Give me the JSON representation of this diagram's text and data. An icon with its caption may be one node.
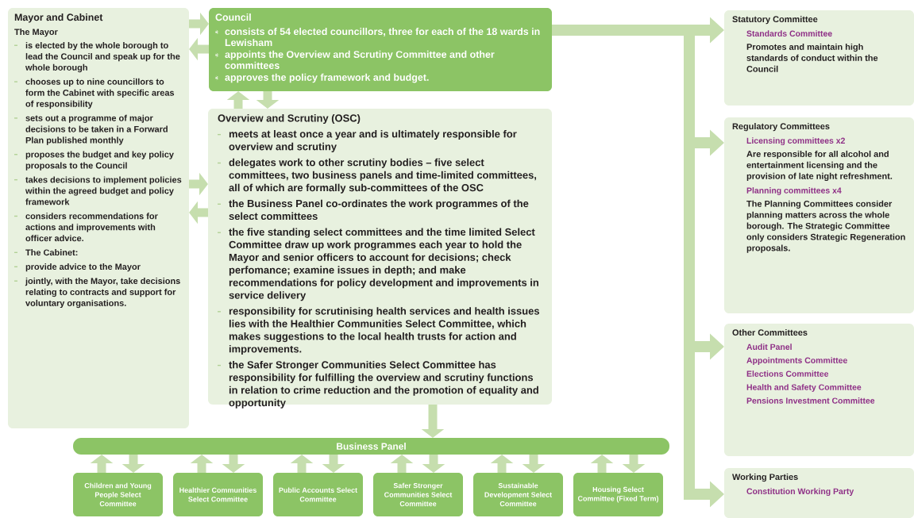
{
  "diagram": {
    "nodes": [
      {
        "text": [
          "Mayor and Cabinet",
          "The Mayor",
          "is elected by the whole borough to lead the Council and speak up for the whole borough",
          "chooses up to nine councillors to form the Cabinet with specific areas of responsibility",
          "sets out a programme of major decisions to be taken in a Forward Plan published monthly",
          "proposes the budget and key policy proposals to the Council",
          "takes decisions to implement policies within the agreed budget and policy framework",
          "considers recommendations for actions and improvements with officer advice.",
          "The Cabinet:",
          "provide advice to the Mayor",
          "jointly, with the Mayor, take decisions relating to contracts and support for voluntary organisations."
        ]
      },
      {
        "text": [
          "Council",
          "consists of 54 elected councillors, three for each of the 18 wards in Lewisham",
          "appoints the Overview and Scrutiny Committee and other committees",
          "approves the policy framework and budget."
        ]
      },
      {
        "text": [
          "Overview and Scrutiny (OSC)",
          "meets at least once a year and is ultimately responsible for overview and scrutiny",
          "delegates work to other scrutiny bodies – five select committees, two business panels and time-limited committees, all of which are formally sub-committees of the OSC",
          "the Business Panel co-ordinates the work programmes of the select committees",
          "the five standing select committees and the time limited Select Committee draw up work programmes each year to hold the Mayor and senior officers to account for decisions; check perfomance; examine issues in depth; and make recommendations for policy development and improvements in service delivery",
          "responsibility for scrutinising health services and health issues lies with the Healthier Communities Select Committee, which makes suggestions to the local health trusts for action and improvements.",
          "the Safer Stronger Communities Select Committee has responsibility for fulfilling the overview and scrutiny functions in relation to crime reduction and the promotion of equality and opportunity"
        ]
      },
      {
        "text": [
          "Business Panel"
        ]
      },
      {
        "text": [
          "Children and Young People Select Committee"
        ]
      },
      {
        "text": [
          "Healthier Communities Select Committee"
        ]
      },
      {
        "text": [
          "Public Accounts Select Committee"
        ]
      },
      {
        "text": [
          "Safer Stronger Communities Select Committee"
        ]
      },
      {
        "text": [
          "Sustainable Development Select Committee"
        ]
      },
      {
        "text": [
          "Housing Select Committee (Fixed Term)"
        ]
      },
      {
        "text": [
          "Statutory Committee",
          "Standards Committee",
          "Promotes and maintain high standards of conduct within the Council"
        ]
      },
      {
        "text": [
          "Regulatory Committees",
          "Licensing committees x2",
          "Are responsible for all alcohol and entertainment licensing and the provision of late night refreshment.",
          "Planning committees x4",
          "The Planning Committees consider planning matters across the whole borough. The Strategic Committee only considers Strategic Regeneration proposals."
        ]
      },
      {
        "text": [
          "Other Committees",
          "Audit Panel",
          "Appointments Committee",
          "Elections Committee",
          "Health and Safety Committee",
          "Pensions Investment Committee"
        ]
      },
      {
        "text": [
          "Working Parties",
          "Constitution Working Party"
        ]
      }
    ],
    "edges": [
      {
        "from": 0,
        "to": 1,
        "arrow": "to"
      },
      {
        "from": 1,
        "to": 0,
        "arrow": "to"
      },
      {
        "from": 2,
        "to": 1,
        "arrow": "to"
      },
      {
        "from": 1,
        "to": 2,
        "arrow": "to"
      },
      {
        "from": 0,
        "to": 2,
        "arrow": "to"
      },
      {
        "from": 2,
        "to": 0,
        "arrow": "to"
      },
      {
        "from": 2,
        "to": 3,
        "arrow": "to"
      },
      {
        "from": 4,
        "to": 3,
        "arrow": "to"
      },
      {
        "from": 3,
        "to": 4,
        "arrow": "to"
      },
      {
        "from": 5,
        "to": 3,
        "arrow": "to"
      },
      {
        "from": 3,
        "to": 5,
        "arrow": "to"
      },
      {
        "from": 6,
        "to": 3,
        "arrow": "to"
      },
      {
        "from": 3,
        "to": 6,
        "arrow": "to"
      },
      {
        "from": 7,
        "to": 3,
        "arrow": "to"
      },
      {
        "from": 3,
        "to": 7,
        "arrow": "to"
      },
      {
        "from": 8,
        "to": 3,
        "arrow": "to"
      },
      {
        "from": 3,
        "to": 8,
        "arrow": "to"
      },
      {
        "from": 9,
        "to": 3,
        "arrow": "to"
      },
      {
        "from": 3,
        "to": 9,
        "arrow": "to"
      },
      {
        "from": 1,
        "to": 10,
        "arrow": "to"
      },
      {
        "from": 1,
        "to": 11,
        "arrow": "to"
      },
      {
        "from": 1,
        "to": 12,
        "arrow": "to"
      },
      {
        "from": 1,
        "to": 13,
        "arrow": "to"
      }
    ]
  }
}
